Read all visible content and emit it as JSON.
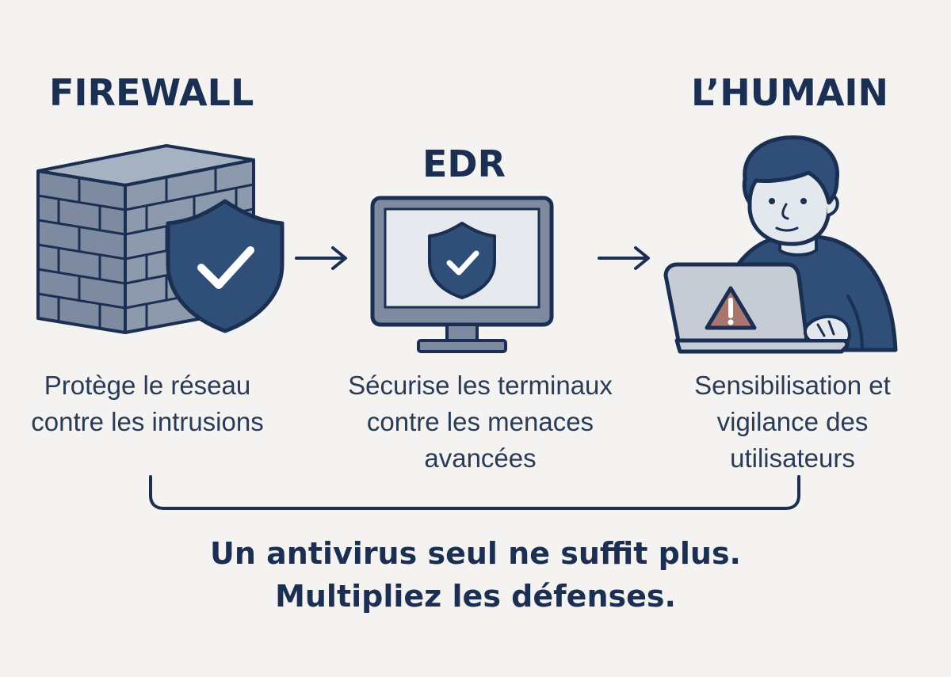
{
  "columns": [
    {
      "title": "FIREWALL",
      "illustration": "brick-wall-with-shield-icon",
      "description": [
        "Protège le réseau",
        "contre les intrusions"
      ]
    },
    {
      "title": "EDR",
      "illustration": "monitor-with-shield-icon",
      "description": [
        "Sécurise les terminaux",
        "contre les menaces",
        "avancées"
      ]
    },
    {
      "title": "L’HUMAIN",
      "illustration": "person-at-laptop-warning-icon",
      "description": [
        "Sensibilisation et",
        "vigilance des",
        "utilisateurs"
      ]
    }
  ],
  "arrows": [
    "right-arrow-icon",
    "right-arrow-icon"
  ],
  "conclusion": {
    "line1": "Un antivirus seul ne suffit plus.",
    "line2": "Multipliez les défenses."
  },
  "colors": {
    "background": "#f4f3f1",
    "navy": "#1b2f52",
    "shield": "#2f4e78",
    "brick": "#7d8aa0",
    "screen": "#e6e9ee",
    "warning": "#a9766f"
  }
}
